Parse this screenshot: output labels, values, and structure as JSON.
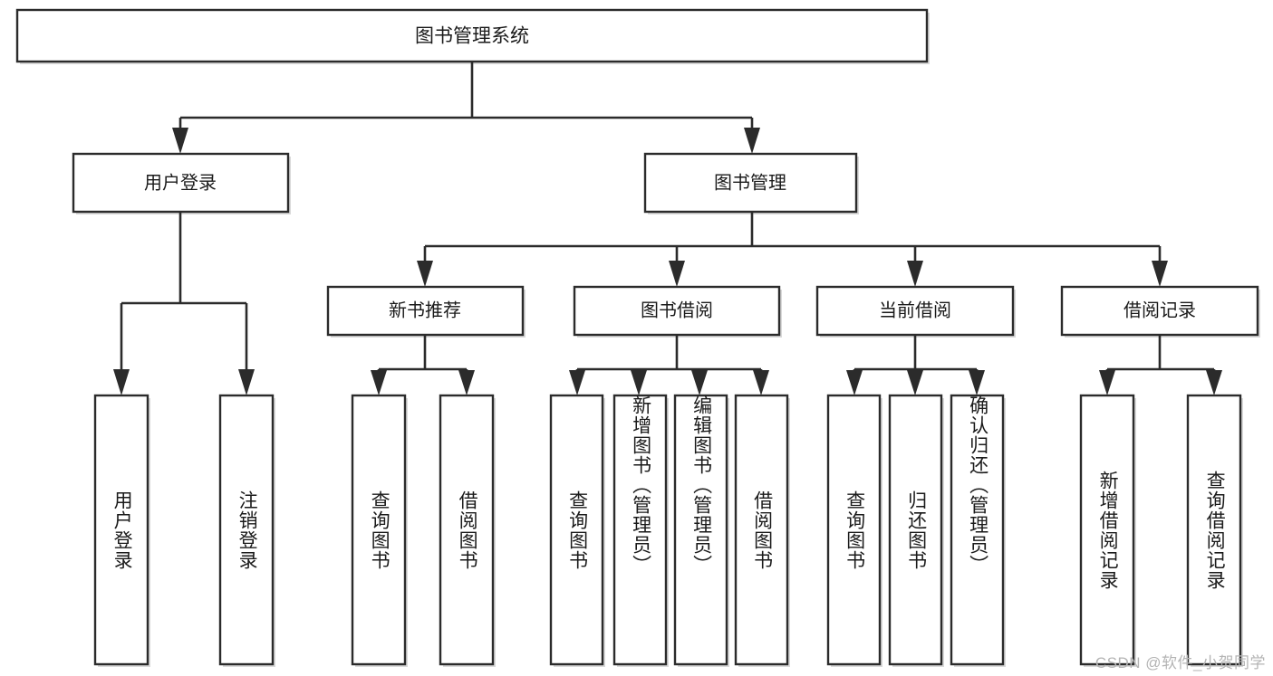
{
  "diagram": {
    "title": "图书管理系统",
    "watermark": "CSDN @软件_小贺同学",
    "root": {
      "label": "图书管理系统"
    },
    "level1": [
      {
        "label": "用户登录"
      },
      {
        "label": "图书管理"
      }
    ],
    "level2": [
      {
        "label": "新书推荐"
      },
      {
        "label": "图书借阅"
      },
      {
        "label": "当前借阅"
      },
      {
        "label": "借阅记录"
      }
    ],
    "leaves": {
      "user_login": [
        {
          "label": "用户登录"
        },
        {
          "label": "注销登录"
        }
      ],
      "new_book": [
        {
          "label": "查询图书"
        },
        {
          "label": "借阅图书"
        }
      ],
      "book_borrow": [
        {
          "label": "查询图书"
        },
        {
          "label": "新增图书（管理员）"
        },
        {
          "label": "编辑图书（管理员）"
        },
        {
          "label": "借阅图书"
        }
      ],
      "current_borrow": [
        {
          "label": "查询图书"
        },
        {
          "label": "归还图书"
        },
        {
          "label": "确认归还（管理员）"
        }
      ],
      "borrow_record": [
        {
          "label": "新增借阅记录"
        },
        {
          "label": "查询借阅记录"
        }
      ]
    },
    "colors": {
      "stroke": "#2b2b2b",
      "fill": "#ffffff",
      "text": "#1a1a1a",
      "watermark": "#b4b4b4"
    }
  }
}
